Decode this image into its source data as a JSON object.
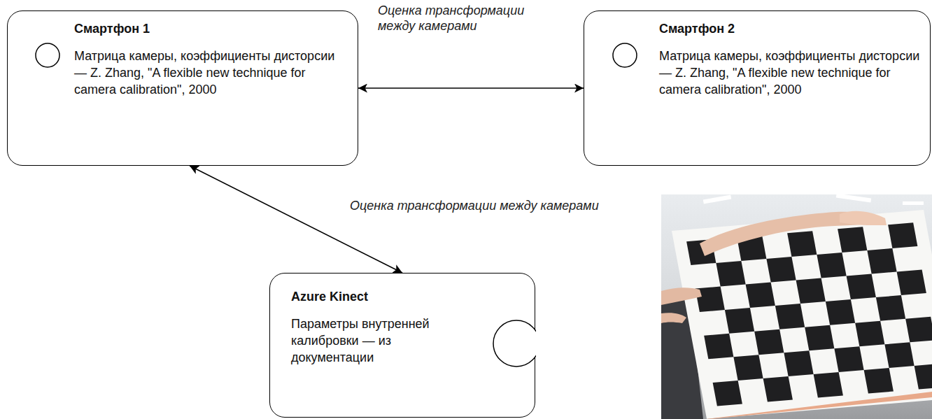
{
  "diagram": {
    "nodes": [
      {
        "text": [
          "Смартфон 1",
          "Матрица камеры, коэффициенты дисторсии — Z. Zhang, \"A flexible new technique for camera calibration\", 2000"
        ]
      },
      {
        "text": [
          "Смартфон 2",
          "Матрица камеры, коэффициенты дисторсии — Z. Zhang, \"A flexible new technique for camera calibration\", 2000"
        ]
      },
      {
        "text": [
          "Azure Kinect",
          "Параметры внутренней калибровки — из документации"
        ]
      }
    ],
    "edges": [
      {
        "from": 0,
        "to": 1,
        "arrow": "both",
        "label": "Оценка трансформации между камерами"
      },
      {
        "from": 0,
        "to": 2,
        "arrow": "both",
        "label": "Оценка трансформации между камерами"
      }
    ]
  }
}
